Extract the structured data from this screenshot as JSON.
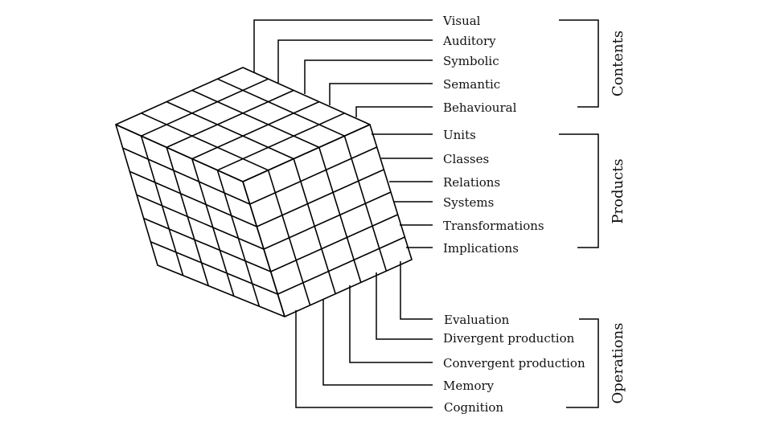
{
  "diagram": {
    "contents": {
      "group_label": "Contents",
      "items": [
        "Visual",
        "Auditory",
        "Symbolic",
        "Semantic",
        "Behavioural"
      ]
    },
    "products": {
      "group_label": "Products",
      "items": [
        "Units",
        "Classes",
        "Relations",
        "Systems",
        "Transformations",
        "Implications"
      ]
    },
    "operations": {
      "group_label": "Operations",
      "items": [
        "Evaluation",
        "Divergent production",
        "Convergent production",
        "Memory",
        "Cognition"
      ]
    }
  }
}
